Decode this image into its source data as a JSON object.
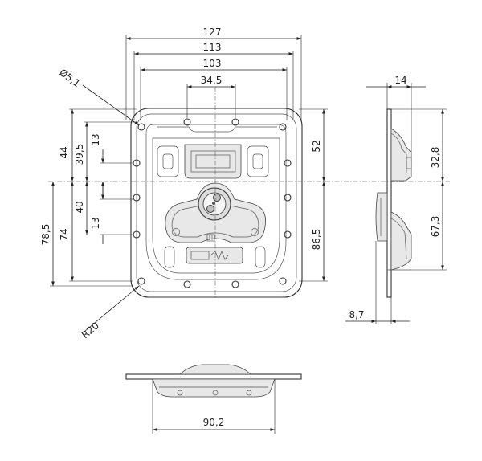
{
  "dimensions": {
    "width_127": "127",
    "width_113": "113",
    "width_103": "103",
    "width_34_5": "34,5",
    "hole_diameter": "Ø5,1",
    "radius": "R20",
    "h_44": "44",
    "h_39_5": "39,5",
    "h_13_top": "13",
    "h_40": "40",
    "h_13_bottom": "13",
    "h_78_5": "78,5",
    "h_74": "74",
    "h_52": "52",
    "h_86_5": "86,5",
    "side_14": "14",
    "side_32_8": "32,8",
    "side_67_3": "67,3",
    "side_8_7": "8,7",
    "bottom_90_2": "90,2"
  }
}
